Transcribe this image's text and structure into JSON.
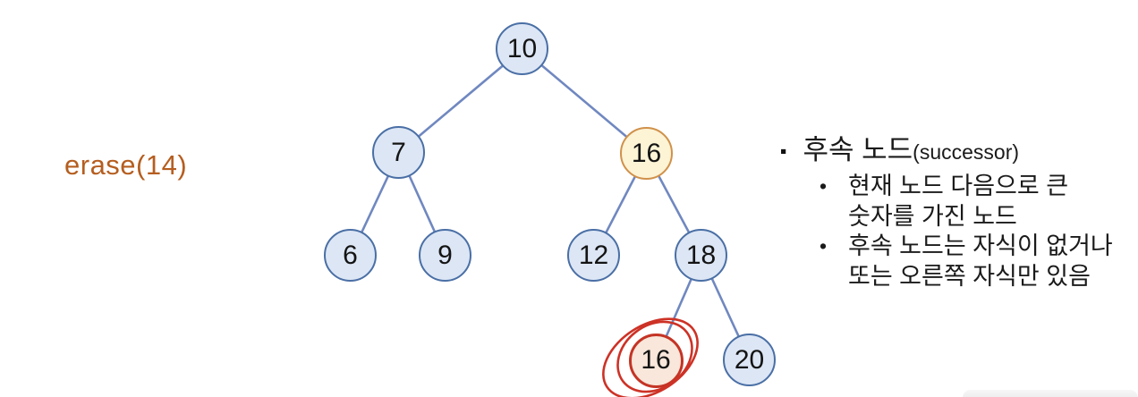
{
  "operation": {
    "label": "erase(14)"
  },
  "tree": {
    "nodes": [
      {
        "value": "10",
        "role": "root"
      },
      {
        "value": "7",
        "role": "internal"
      },
      {
        "value": "16",
        "role": "successor-highlighted"
      },
      {
        "value": "6",
        "role": "leaf"
      },
      {
        "value": "9",
        "role": "leaf"
      },
      {
        "value": "12",
        "role": "leaf"
      },
      {
        "value": "18",
        "role": "internal"
      },
      {
        "value": "16",
        "role": "duplicate-circled-red"
      },
      {
        "value": "20",
        "role": "leaf"
      }
    ],
    "edges": [
      [
        "10",
        "7"
      ],
      [
        "10",
        "16"
      ],
      [
        "7",
        "6"
      ],
      [
        "7",
        "9"
      ],
      [
        "16",
        "12"
      ],
      [
        "16",
        "18"
      ],
      [
        "18",
        "16(leaf)"
      ],
      [
        "18",
        "20"
      ]
    ],
    "annotation": {
      "type": "hand-drawn-ellipse",
      "target": "16(leaf)",
      "color": "#cd3226"
    }
  },
  "notes": {
    "heading_bullet": "▪",
    "heading_main": "후속 노드",
    "heading_suffix": "(successor)",
    "item_bullet": "•",
    "bullets": [
      {
        "lines": [
          "현재 노드 다음으로 큰",
          "숫자를 가진 노드"
        ]
      },
      {
        "lines": [
          "후속 노드는 자식이 없거나",
          "또는 오른쪽 자식만 있음"
        ]
      }
    ]
  },
  "colors": {
    "background": "#ffffff",
    "node_fill": "#dce6f5",
    "node_border": "#4a6fa5",
    "edge": "#7088c0",
    "successor_fill": "#fdf3d5",
    "successor_border": "#d0914a",
    "duplicate_fill": "#f8e7da",
    "duplicate_border": "#c43425",
    "annotation_red": "#cd3226",
    "erase_label": "#b55e20",
    "text": "#1a1a1a"
  }
}
